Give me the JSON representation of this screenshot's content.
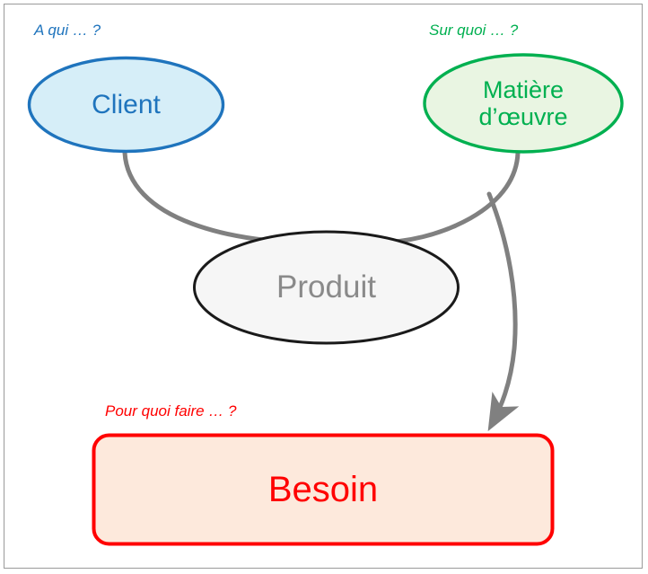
{
  "diagram": {
    "title": "Produit - Client - Matiere d'oeuvre - Besoin",
    "background_color": "#ffffff",
    "frame_color": "#9a9a9a",
    "connector_color": "#808080"
  },
  "nodes": {
    "client": {
      "label": "Client",
      "shape": "ellipse",
      "fill": "#d6eef8",
      "stroke": "#1f74bd",
      "text_color": "#1f74bd"
    },
    "matiere": {
      "label": "Matière\nd’œuvre",
      "shape": "ellipse",
      "fill": "#e9f5e2",
      "stroke": "#00b050",
      "text_color": "#00b050"
    },
    "produit": {
      "label": "Produit",
      "shape": "ellipse",
      "fill": "#f6f6f6",
      "stroke": "#1a1a1a",
      "text_color": "#8a8a8a"
    },
    "besoin": {
      "label": "Besoin",
      "shape": "rounded-rectangle",
      "fill": "#fde9dc",
      "stroke": "#ff0000",
      "text_color": "#ff0000"
    }
  },
  "questions": {
    "client": "A qui … ?",
    "matiere": "Sur quoi … ?",
    "besoin": "Pour quoi faire … ?"
  },
  "connectors": [
    {
      "name": "client-to-produit",
      "from": "client",
      "to": "produit",
      "arrow": false
    },
    {
      "name": "matiere-to-produit",
      "from": "matiere",
      "to": "produit",
      "arrow": false
    },
    {
      "name": "matiere-to-besoin",
      "from": "matiere",
      "to": "besoin",
      "arrow": true
    }
  ]
}
